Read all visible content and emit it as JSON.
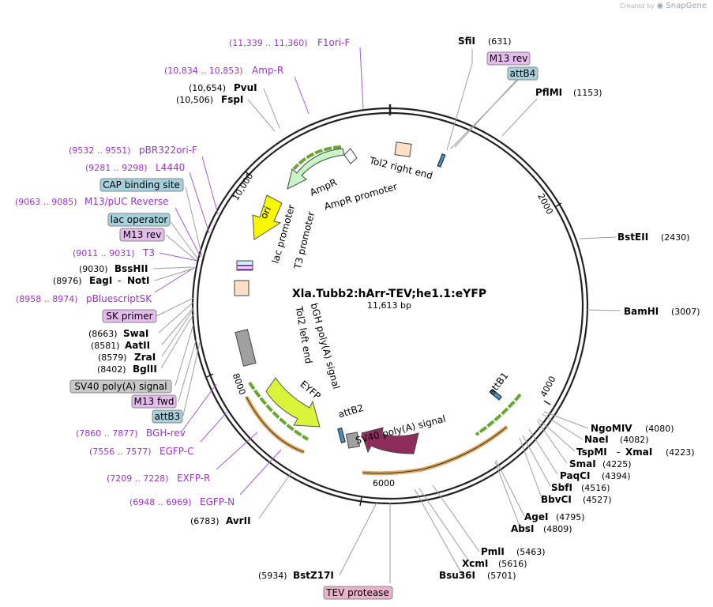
{
  "brand": {
    "created_by": "Created by",
    "name": "SnapGene"
  },
  "plasmid": {
    "name": "Xla.Tubb2:hArr-TEV;he1.1:eYFP",
    "length": "11,613 bp"
  },
  "colors": {
    "enzyme": "#000000",
    "primer": "#9933cc",
    "feature_label": "#b23cc8",
    "misc_box_teal": "#a6d1dc",
    "misc_box_pink": "#e3bcec",
    "misc_box_grey": "#c8c8c8",
    "backbone": "#222222"
  },
  "ticks": [
    "2000",
    "4000",
    "6000",
    "8000",
    "10,000"
  ],
  "enzymes": [
    {
      "name": "SfiI",
      "pos": "(631)"
    },
    {
      "name": "PflMI",
      "pos": "(1153)"
    },
    {
      "name": "BstEII",
      "pos": "(2430)"
    },
    {
      "name": "BamHI",
      "pos": "(3007)"
    },
    {
      "name": "NgoMIV",
      "pos": "(4080)"
    },
    {
      "name": "NaeI",
      "pos": "(4082)"
    },
    {
      "name": "TspMI",
      "name2": "XmaI",
      "pos": "(4223)"
    },
    {
      "name": "SmaI",
      "pos": "(4225)"
    },
    {
      "name": "PaqCI",
      "pos": "(4394)"
    },
    {
      "name": "SbfI",
      "pos": "(4516)"
    },
    {
      "name": "BbvCI",
      "pos": "(4527)"
    },
    {
      "name": "AgeI",
      "pos": "(4795)"
    },
    {
      "name": "AbsI",
      "pos": "(4809)"
    },
    {
      "name": "PmlI",
      "pos": "(5463)"
    },
    {
      "name": "XcmI",
      "pos": "(5616)"
    },
    {
      "name": "Bsu36I",
      "pos": "(5701)"
    },
    {
      "name": "BstZ17I",
      "pos": "(5934)"
    },
    {
      "name": "AvrII",
      "pos": "(6783)"
    },
    {
      "name": "BglII",
      "pos": "(8402)"
    },
    {
      "name": "ZraI",
      "pos": "(8579)"
    },
    {
      "name": "AatII",
      "pos": "(8581)"
    },
    {
      "name": "SwaI",
      "pos": "(8663)"
    },
    {
      "name": "EagI",
      "name2": "NotI",
      "pos": "(8976)"
    },
    {
      "name": "BssHII",
      "pos": "(9030)"
    },
    {
      "name": "FspI",
      "pos": "(10,506)"
    },
    {
      "name": "PvuI",
      "pos": "(10,654)"
    }
  ],
  "primers": [
    {
      "name": "F1ori-F",
      "pos": "(11,339 .. 11,360)"
    },
    {
      "name": "Amp-R",
      "pos": "(10,834 .. 10,853)"
    },
    {
      "name": "pBR322ori-F",
      "pos": "(9532 .. 9551)"
    },
    {
      "name": "L4440",
      "pos": "(9281 .. 9298)"
    },
    {
      "name": "M13/pUC Reverse",
      "pos": "(9063 .. 9085)"
    },
    {
      "name": "T3",
      "pos": "(9011 .. 9031)"
    },
    {
      "name": "pBluescriptSK",
      "pos": "(8958 .. 8974)"
    },
    {
      "name": "BGH-rev",
      "pos": "(7860 .. 7877)"
    },
    {
      "name": "EGFP-C",
      "pos": "(7556 .. 7577)"
    },
    {
      "name": "EXFP-R",
      "pos": "(7209 .. 7228)"
    },
    {
      "name": "EGFP-N",
      "pos": "(6948 .. 6969)"
    }
  ],
  "boxes": [
    "M13 rev",
    "attB4",
    "CAP binding site",
    "lac operator",
    "M13 rev",
    "SK primer",
    "SV40 poly(A) signal",
    "M13 fwd",
    "attB3",
    "TEV protease"
  ],
  "features": [
    "Tol2 right end",
    "AmpR",
    "AmpR promoter",
    "ori",
    "lac promoter",
    "T3 promoter",
    "Tol2 left end",
    "bGH poly(A) signal",
    "EYFP",
    "attB2",
    "SV40 poly(A) signal",
    "attB1"
  ]
}
